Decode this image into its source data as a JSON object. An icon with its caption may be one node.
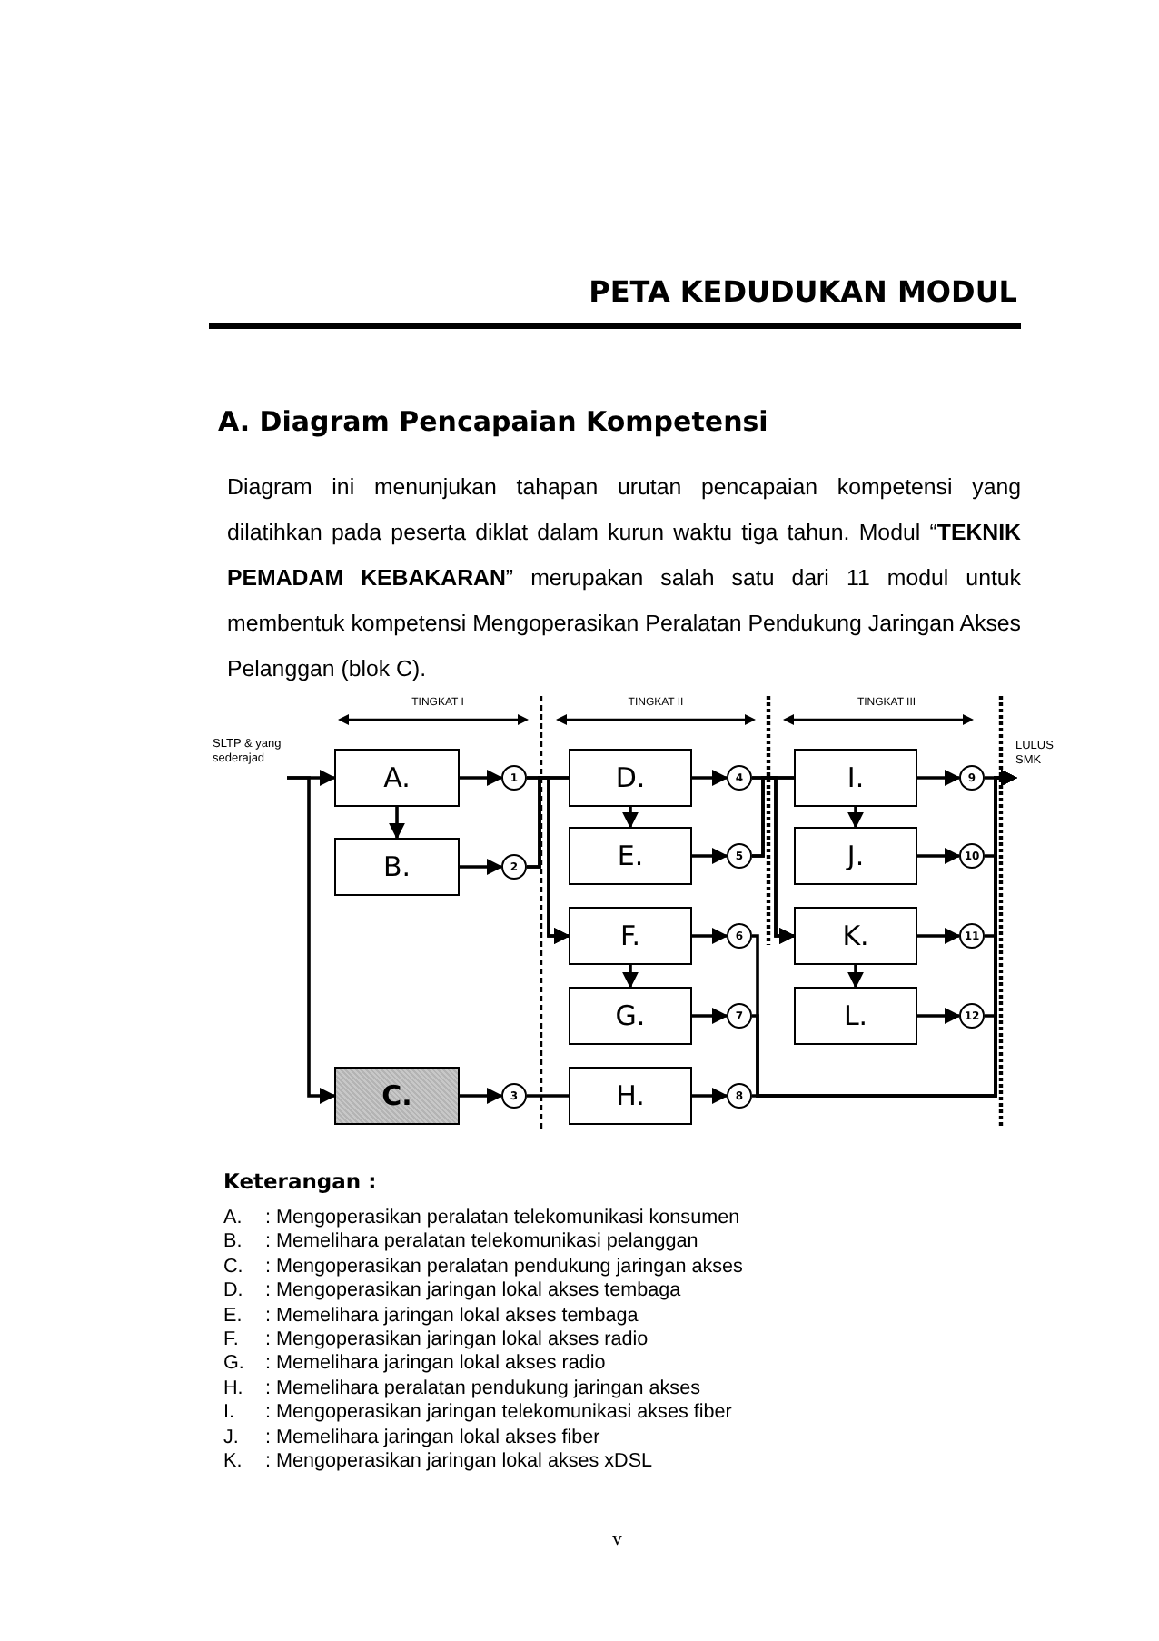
{
  "diagram": {
    "title": "PETA KEDUDUKAN MODUL",
    "nodes": [
      {
        "text": [
          "SLTP & yang sederajad"
        ]
      },
      {
        "text": [
          "A."
        ]
      },
      {
        "text": [
          "B."
        ]
      },
      {
        "text": [
          "C."
        ]
      },
      {
        "text": [
          "D."
        ]
      },
      {
        "text": [
          "E."
        ]
      },
      {
        "text": [
          "F."
        ]
      },
      {
        "text": [
          "G."
        ]
      },
      {
        "text": [
          "H."
        ]
      },
      {
        "text": [
          "I."
        ]
      },
      {
        "text": [
          "J."
        ]
      },
      {
        "text": [
          "K."
        ]
      },
      {
        "text": [
          "L."
        ]
      },
      {
        "text": [
          "1"
        ]
      },
      {
        "text": [
          "2"
        ]
      },
      {
        "text": [
          "3"
        ]
      },
      {
        "text": [
          "4"
        ]
      },
      {
        "text": [
          "5"
        ]
      },
      {
        "text": [
          "6"
        ]
      },
      {
        "text": [
          "7"
        ]
      },
      {
        "text": [
          "8"
        ]
      },
      {
        "text": [
          "9"
        ]
      },
      {
        "text": [
          "10"
        ]
      },
      {
        "text": [
          "11"
        ]
      },
      {
        "text": [
          "12"
        ]
      },
      {
        "text": [
          "LULUS SMK"
        ]
      }
    ],
    "edges": [
      {
        "from": 0,
        "to": 1,
        "arrow": "to"
      },
      {
        "from": 0,
        "to": 3,
        "arrow": "to"
      },
      {
        "from": 1,
        "to": 2,
        "arrow": "to"
      },
      {
        "from": 1,
        "to": 13,
        "arrow": "to"
      },
      {
        "from": 2,
        "to": 14,
        "arrow": "to"
      },
      {
        "from": 3,
        "to": 15,
        "arrow": "to"
      },
      {
        "from": 13,
        "to": 4,
        "arrow": "none"
      },
      {
        "from": 13,
        "to": 6,
        "arrow": "to"
      },
      {
        "from": 14,
        "to": 4,
        "arrow": "none"
      },
      {
        "from": 14,
        "to": 6,
        "arrow": "to"
      },
      {
        "from": 15,
        "to": 8,
        "arrow": "none"
      },
      {
        "from": 4,
        "to": 5,
        "arrow": "to"
      },
      {
        "from": 4,
        "to": 16,
        "arrow": "to"
      },
      {
        "from": 5,
        "to": 17,
        "arrow": "to"
      },
      {
        "from": 6,
        "to": 7,
        "arrow": "to"
      },
      {
        "from": 6,
        "to": 18,
        "arrow": "to"
      },
      {
        "from": 7,
        "to": 19,
        "arrow": "to"
      },
      {
        "from": 8,
        "to": 20,
        "arrow": "to"
      },
      {
        "from": 16,
        "to": 9,
        "arrow": "none"
      },
      {
        "from": 16,
        "to": 11,
        "arrow": "to"
      },
      {
        "from": 17,
        "to": 9,
        "arrow": "none"
      },
      {
        "from": 17,
        "to": 11,
        "arrow": "to"
      },
      {
        "from": 18,
        "to": 25,
        "arrow": "to"
      },
      {
        "from": 19,
        "to": 25,
        "arrow": "to"
      },
      {
        "from": 20,
        "to": 25,
        "arrow": "to"
      },
      {
        "from": 9,
        "to": 10,
        "arrow": "to"
      },
      {
        "from": 9,
        "to": 21,
        "arrow": "to"
      },
      {
        "from": 10,
        "to": 22,
        "arrow": "to"
      },
      {
        "from": 11,
        "to": 12,
        "arrow": "to"
      },
      {
        "from": 11,
        "to": 23,
        "arrow": "to"
      },
      {
        "from": 12,
        "to": 24,
        "arrow": "to"
      },
      {
        "from": 21,
        "to": 25,
        "arrow": "to"
      },
      {
        "from": 22,
        "to": 25,
        "arrow": "to"
      },
      {
        "from": 23,
        "to": 25,
        "arrow": "to"
      },
      {
        "from": 24,
        "to": 25,
        "arrow": "to"
      }
    ],
    "labels": [
      "A. Diagram Pencapaian Kompetensi",
      "Diagram ini menunjukan tahapan urutan pencapaian kompetensi yang dilatihkan pada peserta diklat dalam kurun waktu tiga tahun. Modul “**TEKNIK PEMADAM KEBAKARAN**” merupakan salah satu dari 11 modul untuk membentuk kompetensi Mengoperasikan Peralatan Pendukung Jaringan Akses Pelanggan (blok C).",
      "TINGKAT I",
      "TINGKAT II",
      "TINGKAT III",
      "Keterangan :",
      "A.",
      ": Mengoperasikan peralatan telekomunikasi konsumen",
      "B.",
      ": Memelihara peralatan telekomunikasi pelanggan",
      "C.",
      ": Mengoperasikan peralatan pendukung jaringan akses",
      "D.",
      ": Mengoperasikan jaringan lokal akses tembaga",
      "E.",
      ": Memelihara jaringan lokal akses tembaga",
      "F.",
      ": Mengoperasikan jaringan lokal akses radio",
      "G.",
      ": Memelihara jaringan lokal akses radio",
      "H.",
      ": Memelihara peralatan pendukung jaringan akses",
      "I.",
      ": Mengoperasikan jaringan telekomunikasi akses fiber",
      "J.",
      ": Memelihara jaringan lokal akses fiber",
      "K.",
      ": Mengoperasikan jaringan lokal akses xDSL",
      "v"
    ]
  }
}
